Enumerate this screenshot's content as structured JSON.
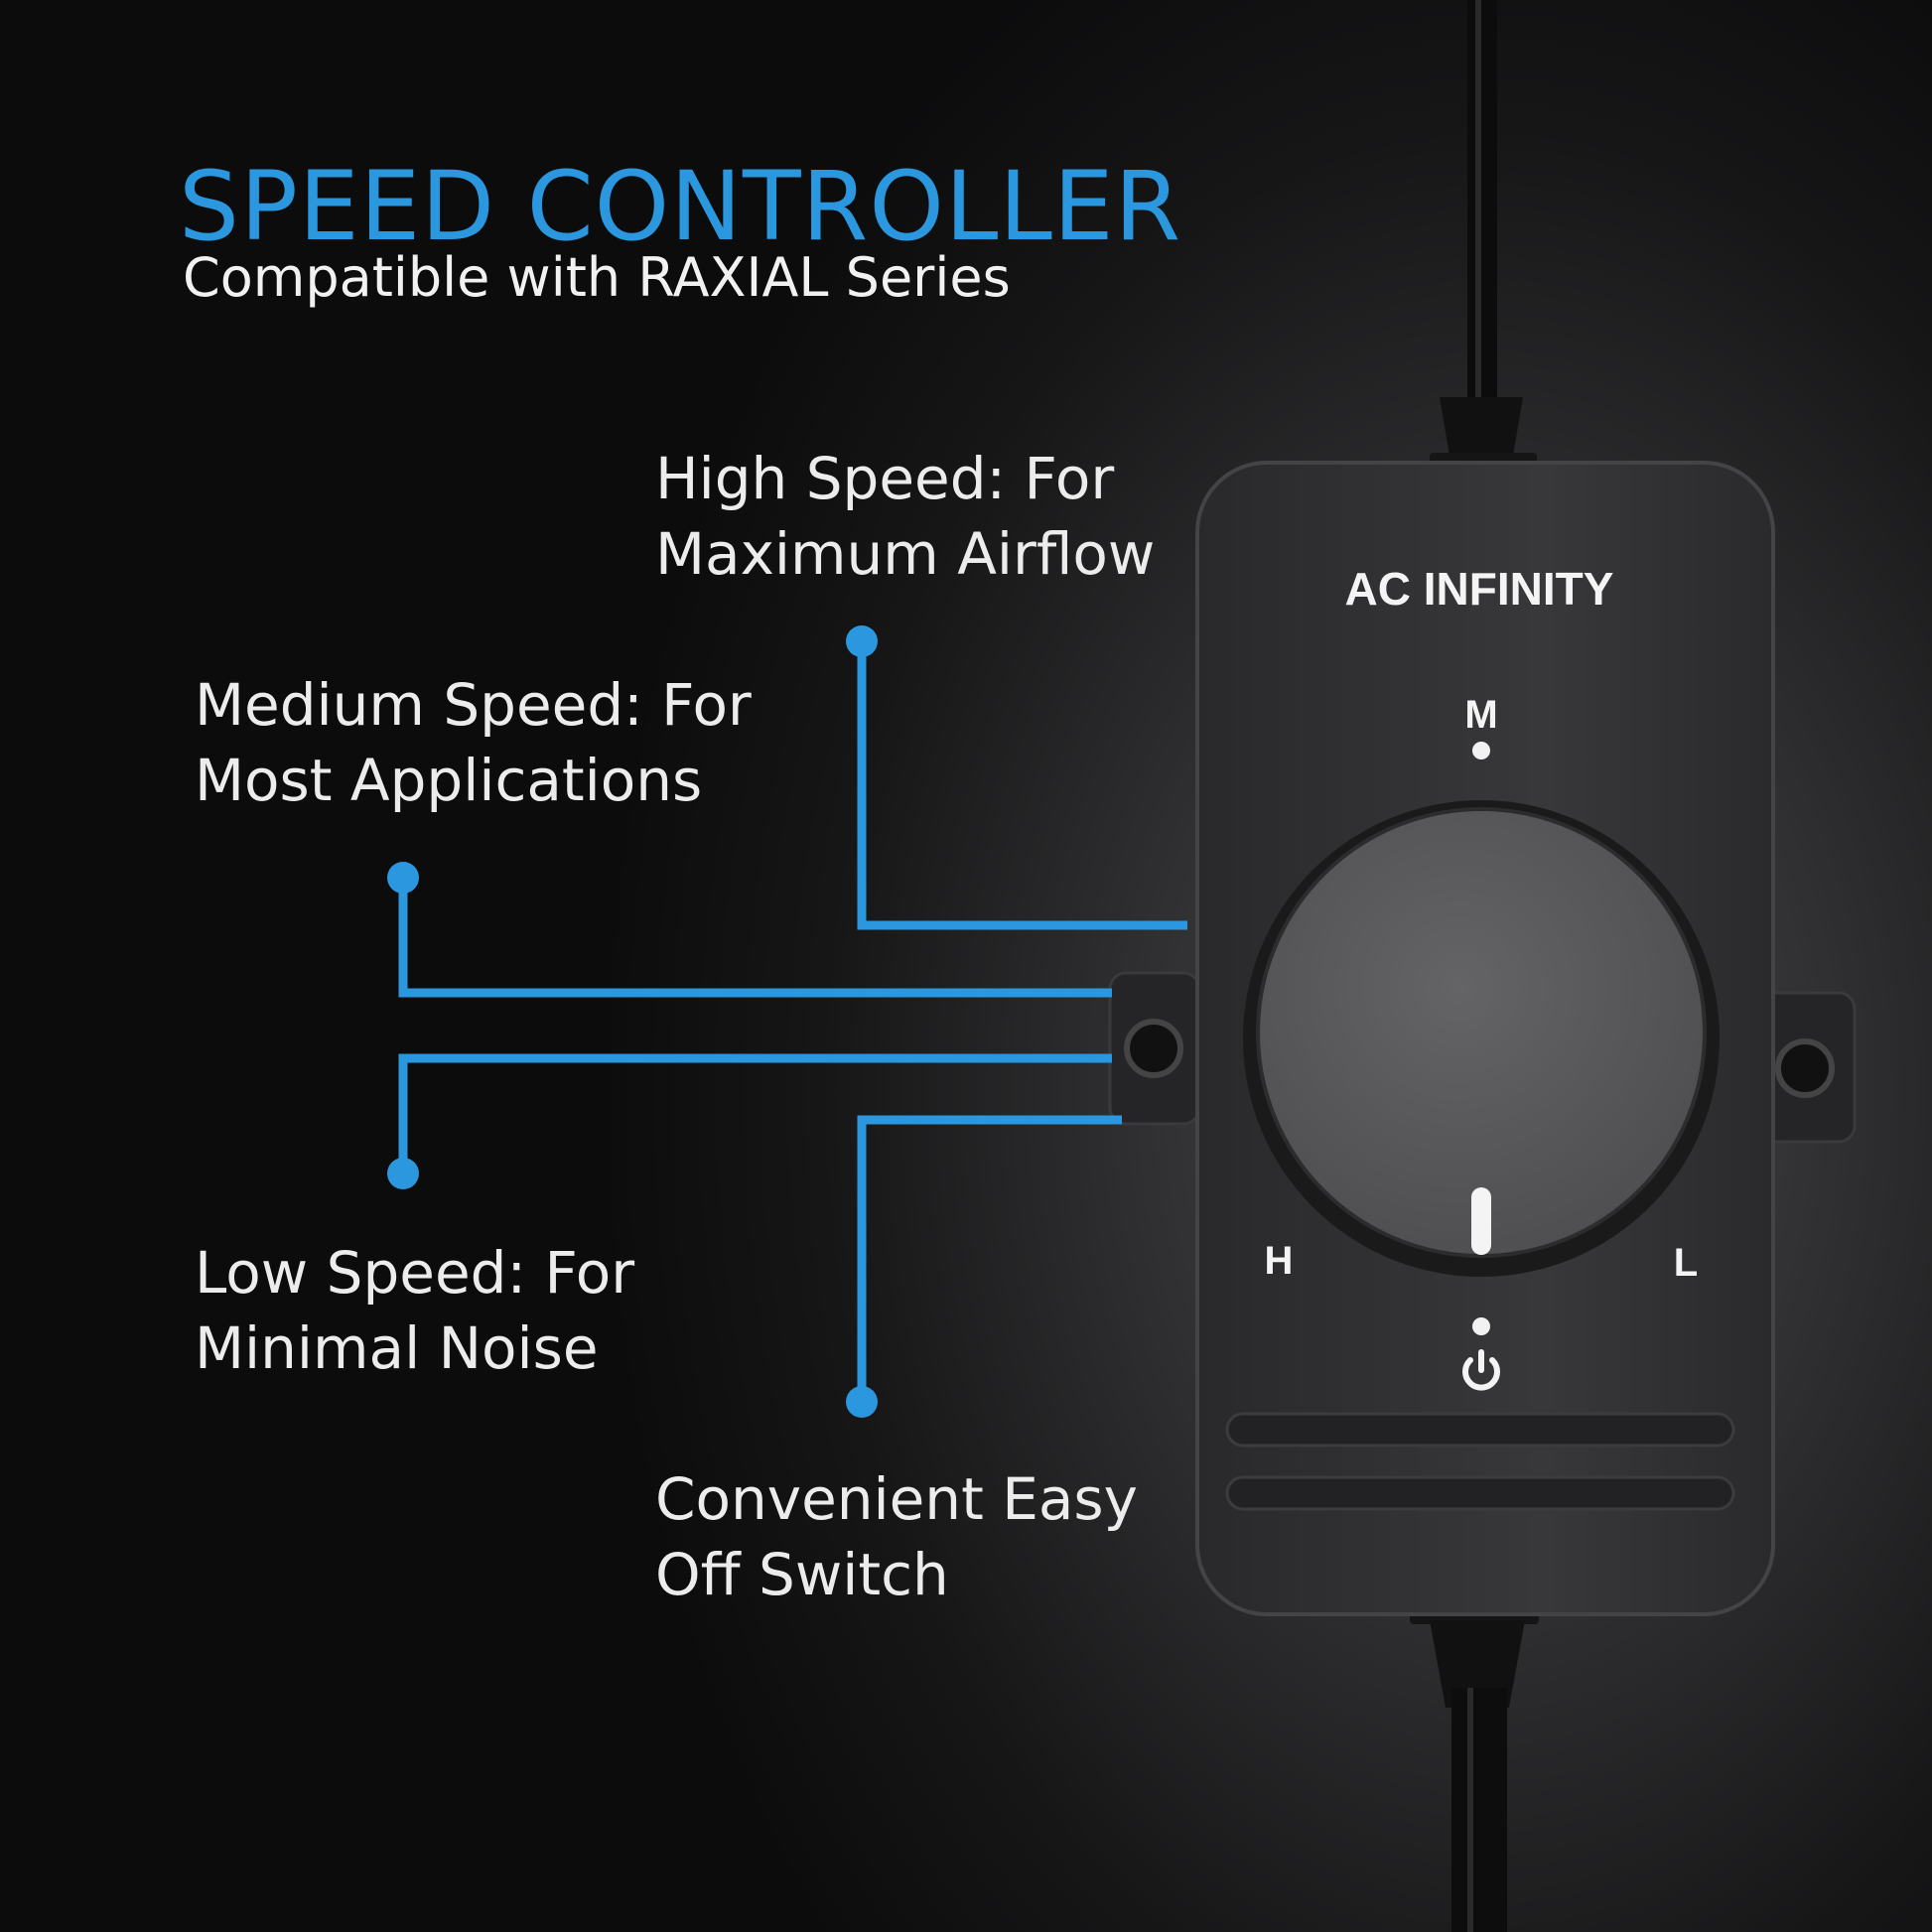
{
  "header": {
    "title": "SPEED CONTROLLER",
    "subtitle": "Compatible with RAXIAL Series"
  },
  "callouts": {
    "high": {
      "line1": "High Speed: For",
      "line2": "Maximum Airflow"
    },
    "medium": {
      "line1": "Medium Speed: For",
      "line2": "Most Applications"
    },
    "low": {
      "line1": "Low Speed: For",
      "line2": "Minimal Noise"
    },
    "off": {
      "line1": "Convenient Easy",
      "line2": "Off Switch"
    }
  },
  "device": {
    "brand": "AC INFINITY",
    "marks": {
      "medium": "M",
      "high": "H",
      "low": "L"
    },
    "power_icon": "power-icon"
  },
  "colors": {
    "accent": "#2a97de",
    "background": "#1a1a1b",
    "device_body": "#2c2c2e"
  }
}
